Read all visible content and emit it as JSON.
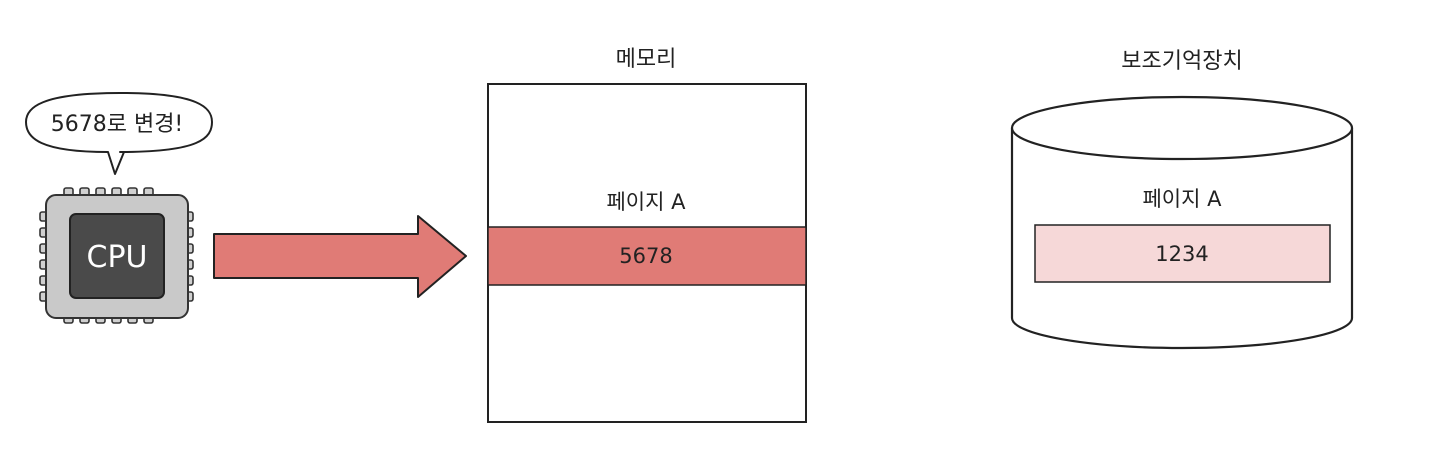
{
  "cpu": {
    "label": "CPU",
    "speech_bubble": "5678로 변경!",
    "chip_icon": "cpu-chip-icon"
  },
  "arrow": {
    "icon": "right-arrow-icon",
    "color": "#e07b76"
  },
  "memory": {
    "title": "메모리",
    "page_label": "페이지 A",
    "page_value": "5678",
    "highlight_color": "#e07b76"
  },
  "storage": {
    "title": "보조기억장치",
    "icon": "cylinder-storage-icon",
    "page_label": "페이지 A",
    "page_value": "1234",
    "highlight_color": "#f6d8d8"
  }
}
